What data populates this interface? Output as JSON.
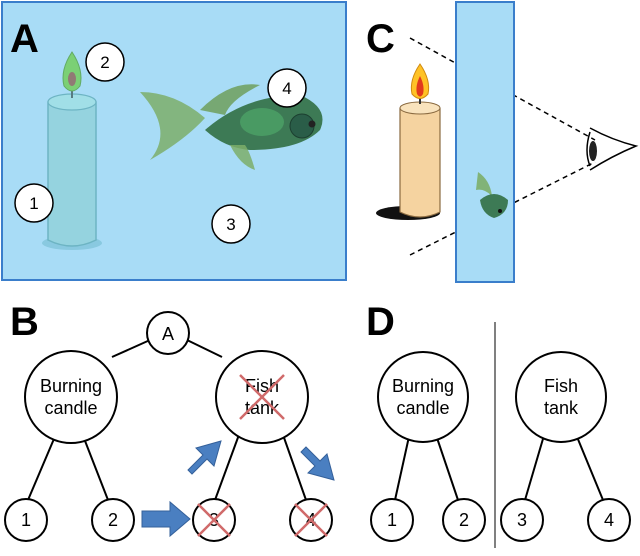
{
  "panels": {
    "a": {
      "letter": "A",
      "markers": [
        "1",
        "2",
        "3",
        "4"
      ]
    },
    "b": {
      "letter": "B",
      "root": "A",
      "left_node": [
        "Burning",
        "candle"
      ],
      "right_node": [
        "Fish",
        "tank"
      ],
      "leaves": [
        "1",
        "2",
        "3",
        "4"
      ]
    },
    "c": {
      "letter": "C"
    },
    "d": {
      "letter": "D",
      "left_node": [
        "Burning",
        "candle"
      ],
      "right_node": [
        "Fish",
        "tank"
      ],
      "leaves": [
        "1",
        "2",
        "3",
        "4"
      ]
    }
  },
  "colors": {
    "tank_water": "#a8dcf6",
    "tank_border": "#3a7ecb",
    "arrow": "#4a7fc1",
    "cross": "#d06a6a",
    "candle_flame_green": "#66cc44",
    "candle_wax": "#f5d3a0"
  }
}
